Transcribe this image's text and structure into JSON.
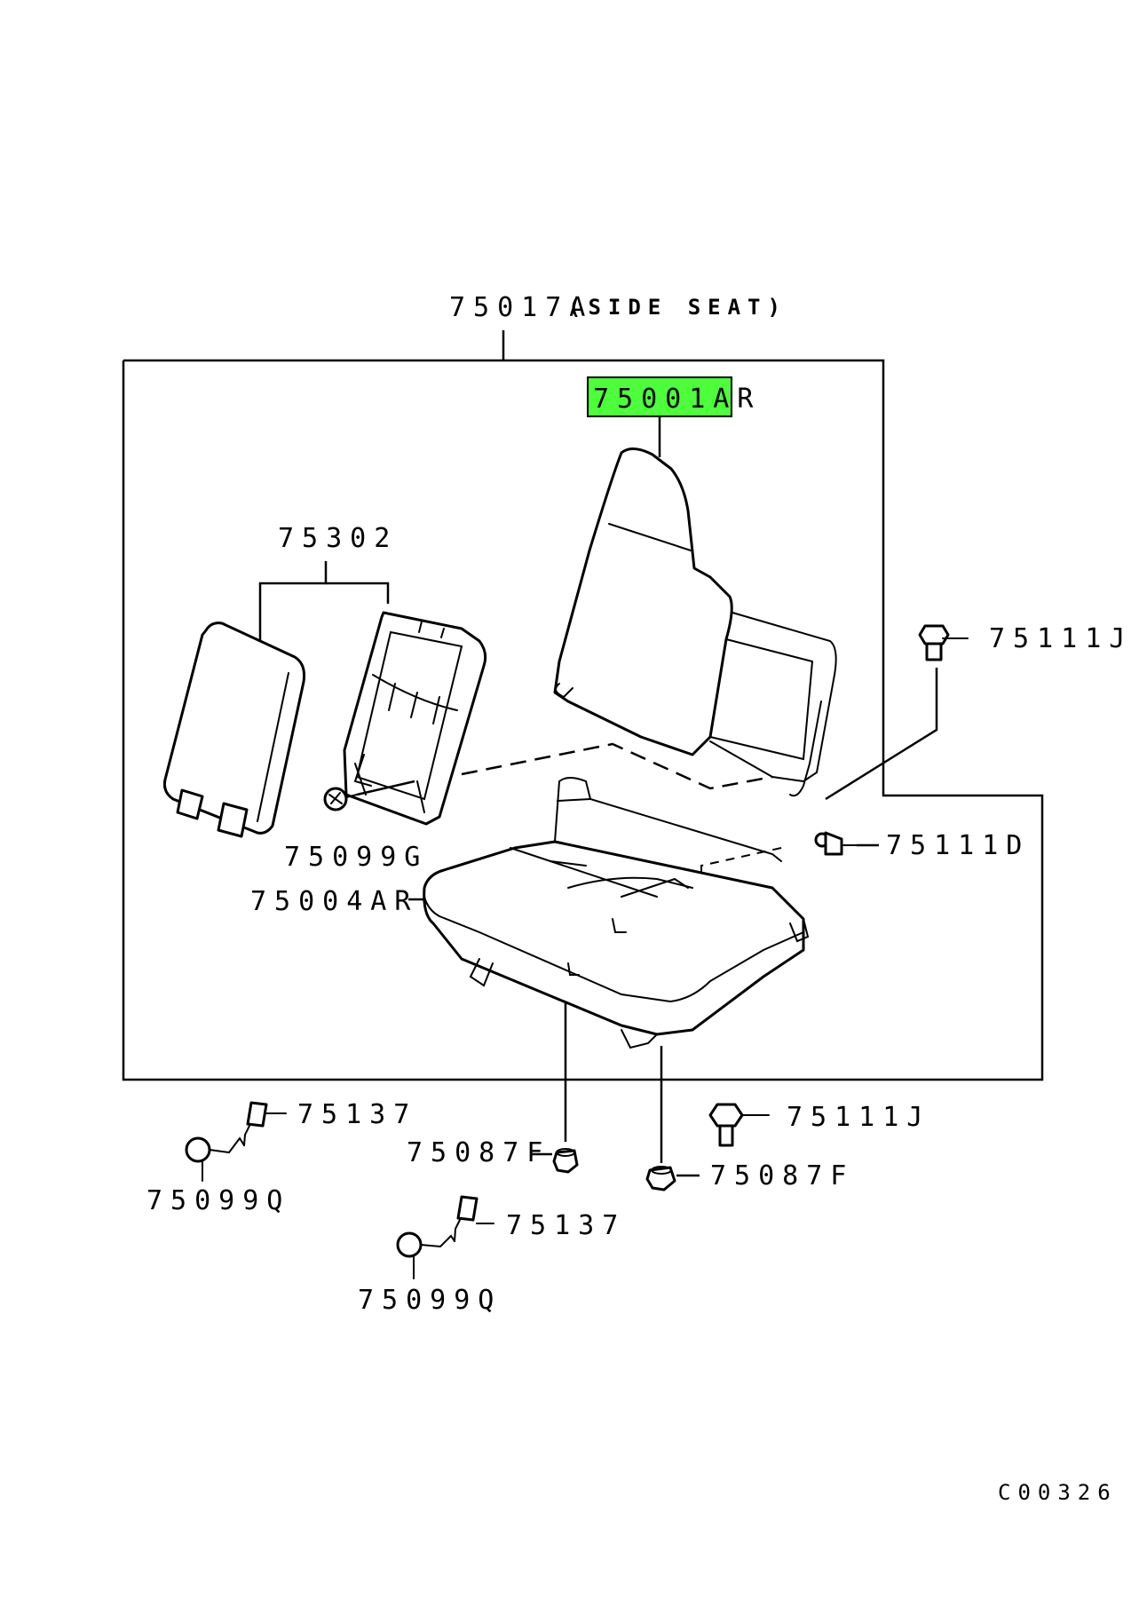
{
  "diagram_code": "C00326",
  "colors": {
    "highlight": "#4cff3a",
    "line": "#000000",
    "background": "#ffffff"
  },
  "callouts": {
    "assembly": {
      "number": "75017A",
      "note": "(SIDE SEAT)"
    },
    "seatback": "75001AR",
    "seatback_cover": "75302",
    "cover_screw": "75099G",
    "seat_cushion": "75004AR",
    "bolt_right_upper": "75111J",
    "bolt_right_mid": "75111D",
    "bolt_lower": "75111J",
    "nut_left": "75087F",
    "nut_right": "75087F",
    "hook_left": "75137",
    "hook_middle": "75137",
    "knob_left": "75099Q",
    "knob_middle": "75099Q"
  }
}
